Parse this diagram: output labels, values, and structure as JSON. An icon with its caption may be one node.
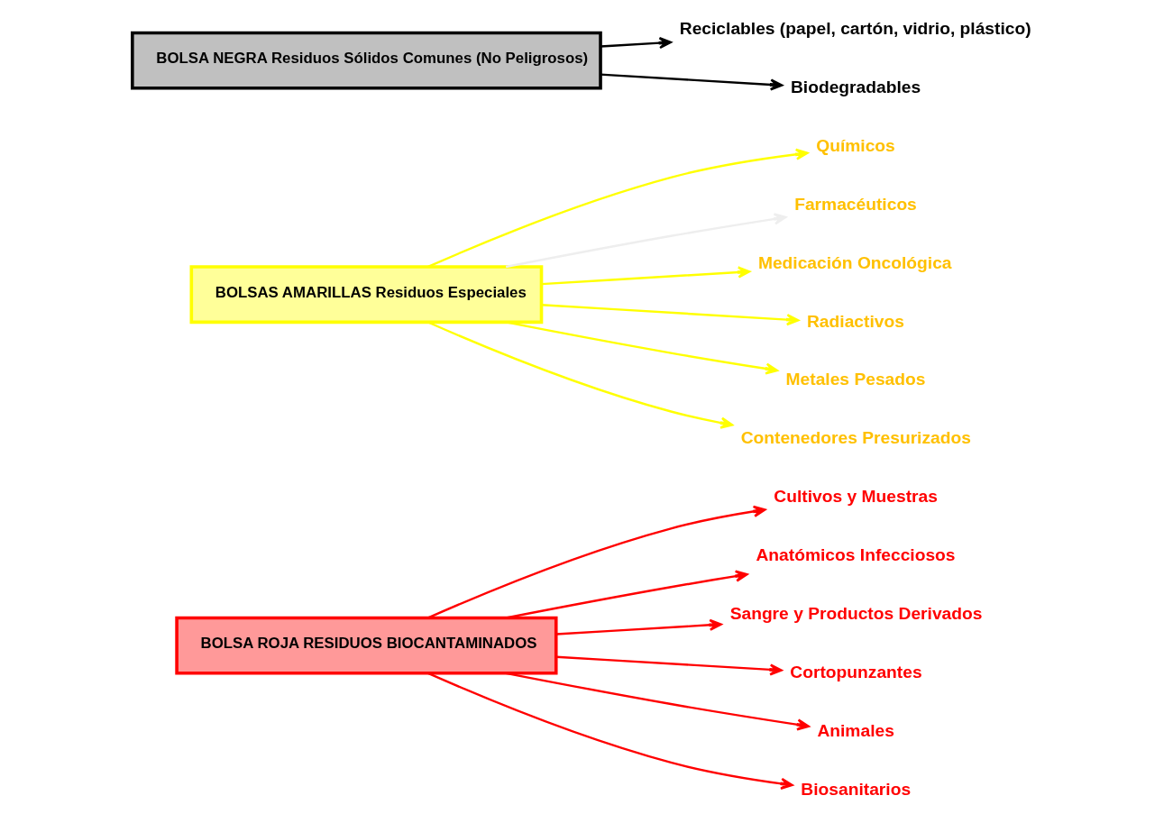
{
  "diagram": {
    "nodes": [
      {
        "text": [
          "BOLSA ROJA RESIDUOS BIOCANTAMINADOS"
        ]
      },
      {
        "text": [
          "Cultivos y Muestras"
        ]
      },
      {
        "text": [
          "Anatómicos Infecciosos"
        ]
      },
      {
        "text": [
          "Sangre y Productos Derivados"
        ]
      },
      {
        "text": [
          "Cortopunzantes"
        ]
      },
      {
        "text": [
          "Animales"
        ]
      },
      {
        "text": [
          "Biosanitarios"
        ]
      },
      {
        "text": [
          "BOLSAS AMARILLAS Residuos Especiales"
        ]
      },
      {
        "text": [
          "Químicos"
        ]
      },
      {
        "text": [
          "Farmacéuticos"
        ]
      },
      {
        "text": [
          "Medicación Oncológica"
        ]
      },
      {
        "text": [
          "Radiactivos"
        ]
      },
      {
        "text": [
          "Metales Pesados"
        ]
      },
      {
        "text": [
          "Contenedores Presurizados"
        ]
      },
      {
        "text": [
          "BOLSA NEGRA Residuos Sólidos Comunes (No Peligrosos)"
        ]
      },
      {
        "text": [
          "Reciclables (papel, cartón, vidrio, plástico)"
        ]
      },
      {
        "text": [
          "Biodegradables"
        ]
      }
    ],
    "edges": [
      {
        "from": 0,
        "to": 1,
        "arrow": "to",
        "color": "#ff0000"
      },
      {
        "from": 0,
        "to": 2,
        "arrow": "to",
        "color": "#ff0000"
      },
      {
        "from": 0,
        "to": 3,
        "arrow": "to",
        "color": "#ff0000"
      },
      {
        "from": 0,
        "to": 4,
        "arrow": "to",
        "color": "#ff0000"
      },
      {
        "from": 0,
        "to": 5,
        "arrow": "to",
        "color": "#ff0000"
      },
      {
        "from": 0,
        "to": 6,
        "arrow": "to",
        "color": "#ff0000"
      },
      {
        "from": 7,
        "to": 8,
        "arrow": "to",
        "color": "#ffff00"
      },
      {
        "from": 7,
        "to": 9,
        "arrow": "to",
        "color": "#eeeeee"
      },
      {
        "from": 7,
        "to": 10,
        "arrow": "to",
        "color": "#ffff00"
      },
      {
        "from": 7,
        "to": 11,
        "arrow": "to",
        "color": "#ffff00"
      },
      {
        "from": 7,
        "to": 12,
        "arrow": "to",
        "color": "#ffff00"
      },
      {
        "from": 7,
        "to": 13,
        "arrow": "to",
        "color": "#ffff00"
      },
      {
        "from": 14,
        "to": 15,
        "arrow": "to",
        "color": "#000000"
      },
      {
        "from": 14,
        "to": 16,
        "arrow": "to",
        "color": "#000000"
      }
    ]
  }
}
